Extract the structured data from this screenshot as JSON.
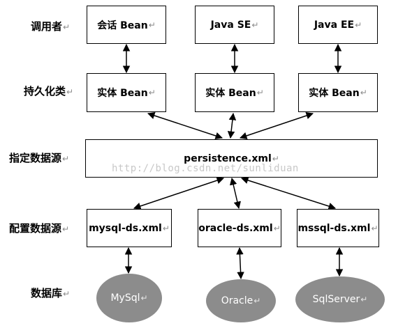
{
  "rows": {
    "caller": "调用者",
    "persistence_class": "持久化类",
    "specify_datasource": "指定数据源",
    "configure_datasource": "配置数据源",
    "database": "数据库"
  },
  "callers": [
    "会话 Bean",
    "Java SE",
    "Java EE"
  ],
  "entities": [
    "实体 Bean",
    "实体 Bean",
    "实体 Bean"
  ],
  "persistence": "persistence.xml",
  "datasources": [
    "mysql-ds.xml",
    "oracle-ds.xml",
    "mssql-ds.xml"
  ],
  "databases": [
    "MySql",
    "Oracle",
    "SqlServer"
  ],
  "paragraph_mark": "↵",
  "watermark": "http://blog.csdn.net/sunliduan",
  "colors": {
    "database_fill": "#8c8c8c",
    "line": "#000000",
    "watermark": "#c8c8c8"
  }
}
